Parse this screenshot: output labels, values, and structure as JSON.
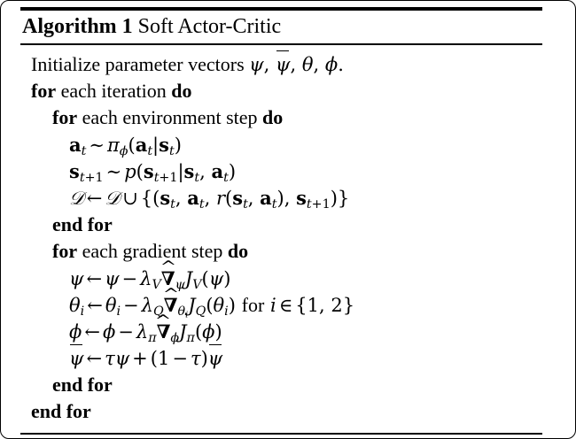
{
  "figure": {
    "kind": "algorithm-float",
    "caption": {
      "label": "Algorithm 1",
      "title": "Soft Actor-Critic"
    },
    "rules": {
      "top": "thick",
      "middle": "thin",
      "bottom": "thin"
    },
    "lines": [
      {
        "id": "init",
        "indent": 1,
        "plain": "Initialize parameter vectors ψ, ψ̄, θ, ϕ."
      },
      {
        "id": "for-iteration",
        "indent": 1,
        "plain": "for each iteration do",
        "keywords": [
          "for",
          "do"
        ],
        "text_before": "",
        "text_middle": "each iteration"
      },
      {
        "id": "for-env-step",
        "indent": 2,
        "plain": "for each environment step do",
        "keywords": [
          "for",
          "do"
        ],
        "text_middle": "each environment step"
      },
      {
        "id": "sample-action",
        "indent": 3,
        "plain": "a_t ~ π_ϕ(a_t|s_t)"
      },
      {
        "id": "sample-next-state",
        "indent": 3,
        "plain": "s_{t+1} ~ p(s_{t+1}|s_t, a_t)"
      },
      {
        "id": "append-replay-buffer",
        "indent": 3,
        "plain": "D ← D ∪ {(s_t, a_t, r(s_t, a_t), s_{t+1})}"
      },
      {
        "id": "end-for-env-step",
        "indent": 2,
        "plain": "end for",
        "keywords": [
          "end for"
        ]
      },
      {
        "id": "for-gradient-step",
        "indent": 2,
        "plain": "for each gradient step do",
        "keywords": [
          "for",
          "do"
        ],
        "text_middle": "each gradient step"
      },
      {
        "id": "update-psi",
        "indent": 3,
        "plain": "ψ ← ψ − λ_V ∇̂_ψ J_V(ψ)"
      },
      {
        "id": "update-theta",
        "indent": 3,
        "plain": "θ_i ← θ_i − λ_Q ∇̂_{θ_i} J_Q(θ_i) for i ∈ {1, 2}"
      },
      {
        "id": "update-phi",
        "indent": 3,
        "plain": "ϕ ← ϕ − λ_π ∇̂_ϕ J_π(ϕ)"
      },
      {
        "id": "update-target-psi",
        "indent": 3,
        "plain": "ψ̄ ← τψ + (1 − τ)ψ̄"
      },
      {
        "id": "end-for-gradient-step",
        "indent": 2,
        "plain": "end for",
        "keywords": [
          "end for"
        ]
      },
      {
        "id": "end-for-iteration",
        "indent": 1,
        "plain": "end for",
        "keywords": [
          "end for"
        ]
      }
    ],
    "tokens": {
      "for": "for",
      "do": "do",
      "end_for": "end for",
      "each_iteration": "each iteration",
      "each_environment_step": "each environment step",
      "each_gradient_step": "each gradient step",
      "initialize_text": "Initialize parameter vectors",
      "for_i_in": "for",
      "period": ".",
      "comma": ",",
      "psi": "ψ",
      "theta": "θ",
      "phi": "ϕ",
      "pi": "π",
      "lambda": "λ",
      "tau": "τ",
      "nabla": "∇",
      "leftarrow": "←",
      "sim": "∼",
      "minus": "−",
      "plus": "+",
      "cup": "∪",
      "in": "∈",
      "mid": "|",
      "D": "𝒟",
      "J": "J",
      "V": "V",
      "Q": "Q",
      "p": "p",
      "r": "r",
      "a": "a",
      "s": "s",
      "t": "t",
      "i": "i",
      "one": "1",
      "two": "2"
    },
    "colors": {
      "text": "#000000",
      "background": "#ffffff",
      "rule": "#000000"
    }
  }
}
